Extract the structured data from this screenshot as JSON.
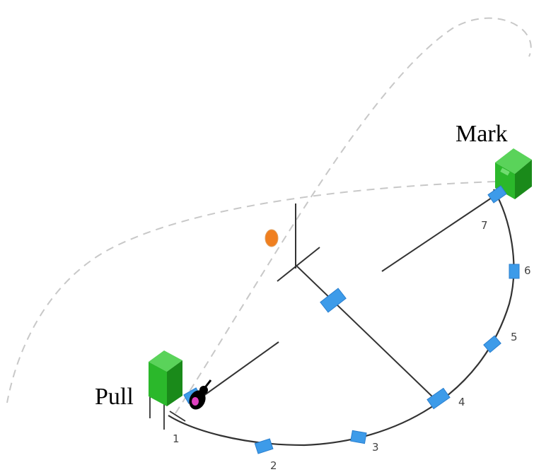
{
  "labels": {
    "pull": "Pull",
    "mark": "Mark"
  },
  "stations": [
    {
      "num": "1"
    },
    {
      "num": "2"
    },
    {
      "num": "3"
    },
    {
      "num": "4"
    },
    {
      "num": "5"
    },
    {
      "num": "6"
    },
    {
      "num": "7"
    }
  ],
  "colors": {
    "house": "#2bb82b",
    "house_dark": "#1a8a1a",
    "station": "#3d9be9",
    "target": "#f07f1f",
    "shooter": "#e040c0",
    "path_dash": "#c8c8c8",
    "line": "#333333"
  },
  "icons": {
    "pull_house": "trap-house-icon",
    "mark_house": "trap-house-icon",
    "target": "clay-target-icon",
    "shooter": "shooter-icon"
  }
}
